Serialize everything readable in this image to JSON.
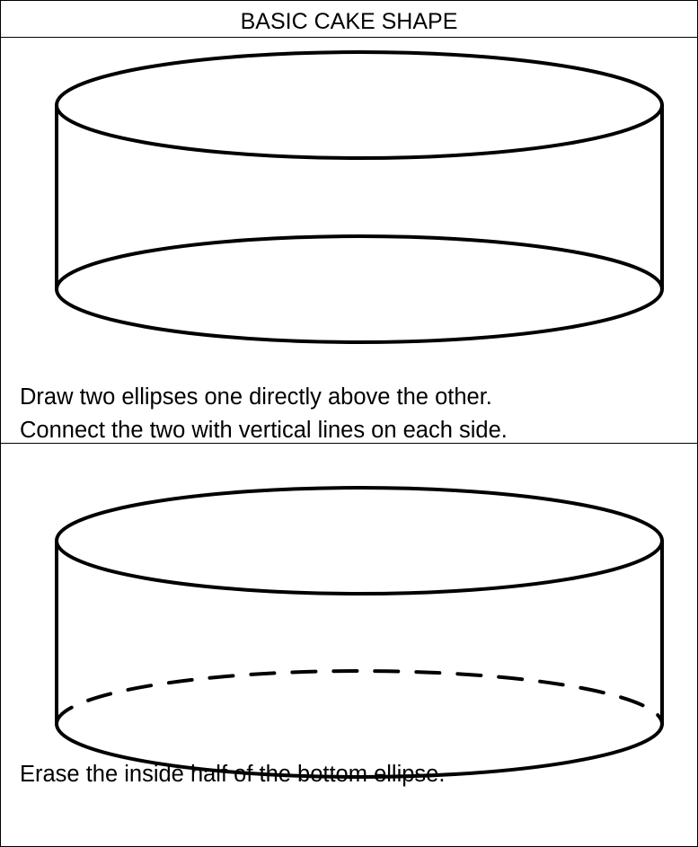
{
  "title": "BASIC CAKE SHAPE",
  "step1": {
    "line1": "Draw two ellipses one directly above the other.",
    "line2": "Connect the two with vertical lines on each side."
  },
  "step2": {
    "line1": "Erase the inside half of the bottom ellipse."
  },
  "colors": {
    "ink": "#000000",
    "paper": "#ffffff"
  }
}
